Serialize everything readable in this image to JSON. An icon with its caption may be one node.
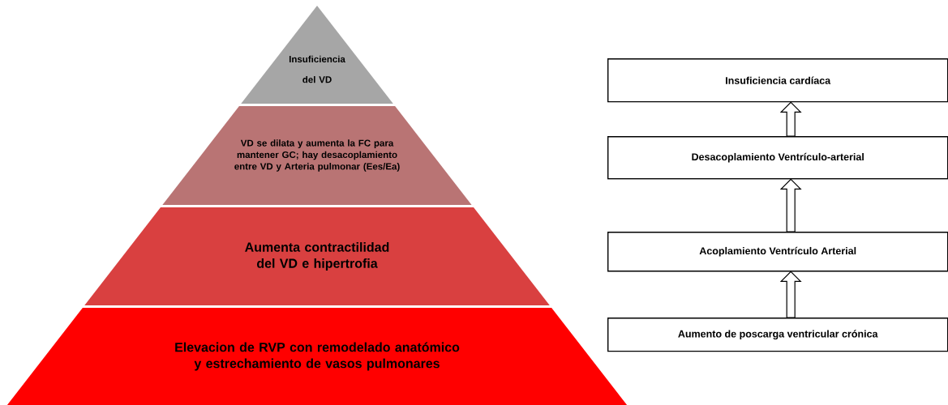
{
  "diagram": {
    "nodes": [
      {
        "text": [
          "Insuficiencia del VD"
        ]
      },
      {
        "text": [
          "VD se dilata y aumenta la FC para mantener GC; hay desacoplamiento entre VD y Arteria pulmonar (Ees/Ea)"
        ]
      },
      {
        "text": [
          "Aumenta contractilidad del VD e hipertrofia"
        ]
      },
      {
        "text": [
          "Elevacion de RVP con remodelado anatómico y estrechamiento de vasos pulmonares"
        ]
      },
      {
        "text": [
          "Insuficiencia cardíaca"
        ]
      },
      {
        "text": [
          "Desacoplamiento Ventrículo-arterial"
        ]
      },
      {
        "text": [
          "Acoplamiento Ventrículo Arterial"
        ]
      },
      {
        "text": [
          "Aumento de poscarga ventricular crónica"
        ]
      }
    ],
    "edges": [
      {
        "from": 7,
        "to": 6,
        "arrow": "to"
      },
      {
        "from": 6,
        "to": 5,
        "arrow": "to"
      },
      {
        "from": 5,
        "to": 4,
        "arrow": "to"
      }
    ]
  }
}
